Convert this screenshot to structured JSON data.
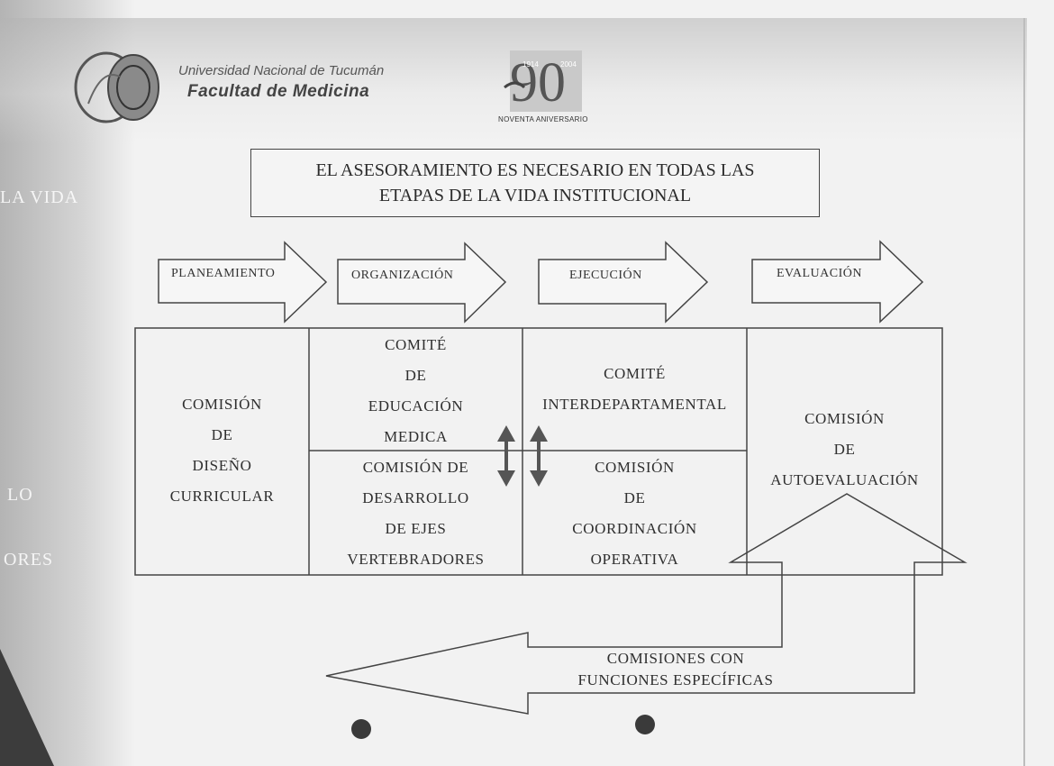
{
  "header": {
    "university": "Universidad Nacional de Tucumán",
    "faculty": "Facultad de Medicina",
    "anniversary_caption": "NOVENTA ANIVERSARIO",
    "anniversary_number": "90",
    "anniversary_years": [
      "1914",
      "2004"
    ]
  },
  "title": "EL ASESORAMIENTO ES NECESARIO EN TODAS LAS\nETAPAS DE LA VIDA INSTITUCIONAL",
  "stages": [
    {
      "label": "PLANEAMIENTO"
    },
    {
      "label": "ORGANIZACIÓN"
    },
    {
      "label": "EJECUCIÓN"
    },
    {
      "label": "EVALUACIÓN"
    }
  ],
  "cells": {
    "diseno_curricular": "COMISIÓN\nDE\nDISEÑO\nCURRICULAR",
    "educacion_medica": "COMITÉ\nDE\nEDUCACIÓN\nMEDICA",
    "ejes_vertebradores": "COMISIÓN DE\nDESARROLLO\nDE EJES\nVERTEBRADORES",
    "interdepartamental": "COMITÉ\nINTERDEPARTAMENTAL",
    "coordinacion_operativa": "COMISIÓN\nDE\nCOORDINACIÓN\nOPERATIVA",
    "autoevaluacion": "COMISIÓN\nDE\nAUTOEVALUACIÓN"
  },
  "bottom_label": "COMISIONES CON\nFUNCIONES ESPECÍFICAS",
  "left_fragments": [
    "LA VIDA",
    "LO",
    "ORES"
  ],
  "colors": {
    "line": "#4a4a4a",
    "paper": "#f2f2f2",
    "dark_arrow": "#555555"
  }
}
